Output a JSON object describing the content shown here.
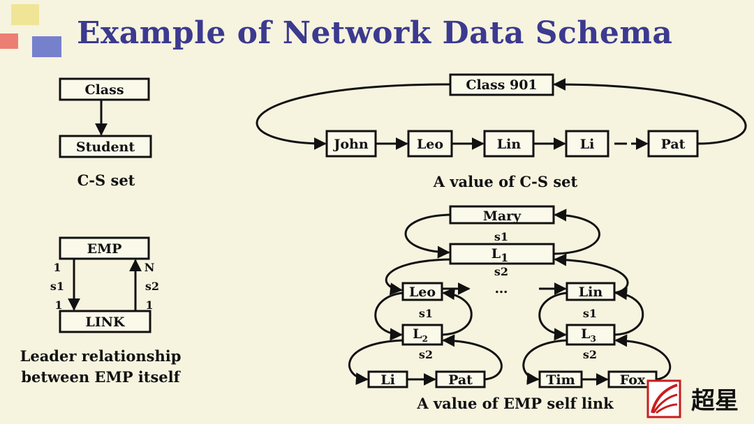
{
  "title": "Example of Network Data Schema",
  "colors": {
    "title": "#3b3a8f",
    "background": "#f6f3df",
    "logo_red": "#c81e1e"
  },
  "cs_schema": {
    "owner": "Class",
    "member": "Student",
    "caption": "C-S set"
  },
  "cs_value": {
    "owner": "Class 901",
    "members": [
      "John",
      "Leo",
      "Lin",
      "Li",
      "Pat"
    ],
    "caption": "A value of C-S set"
  },
  "emp_schema": {
    "top": "EMP",
    "bottom": "LINK",
    "left": {
      "top_card": "1",
      "name": "s1",
      "bottom_card": "1"
    },
    "right": {
      "top_card": "N",
      "name": "s2",
      "bottom_card": "1"
    },
    "caption_line1": "Leader relationship",
    "caption_line2": "between EMP itself"
  },
  "emp_value": {
    "root": "Mary",
    "link_root": "L",
    "link_root_sub": "1",
    "s1": "s1",
    "s2": "s2",
    "left_emp": "Leo",
    "right_emp": "Lin",
    "ellipsis": "…",
    "link_left": "L",
    "link_left_sub": "2",
    "link_right": "L",
    "link_right_sub": "3",
    "left_children": [
      "Li",
      "Pat"
    ],
    "right_children": [
      "Tim",
      "Fox"
    ],
    "caption": "A value of EMP self link"
  },
  "logo": {
    "text": "超星",
    "icon": "chaoxing-logo-icon"
  }
}
